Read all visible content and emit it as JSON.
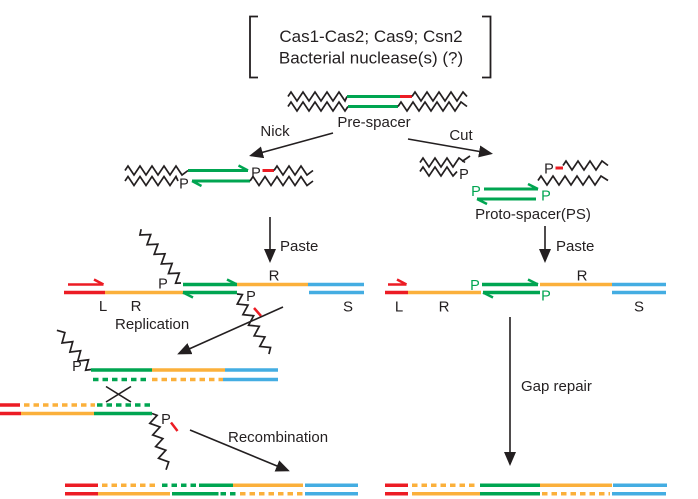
{
  "colors": {
    "spacer_green": "#00A551",
    "repeat_orange": "#FBB03B",
    "downstream_blue": "#44ADE2",
    "leader_red": "#EC1C24",
    "ink": "#231F20",
    "background": "#FFFFFF"
  },
  "enzyme_box": {
    "line1": "Cas1-Cas2; Cas9; Csn2",
    "line2": "Bacterial nuclease(s) (?)"
  },
  "labels": {
    "pre_spacer": "Pre-spacer",
    "nick": "Nick",
    "cut": "Cut",
    "proto_spacer": "Proto-spacer(PS)",
    "paste": "Paste",
    "replication": "Replication",
    "recombination": "Recombination",
    "gap_repair": "Gap repair",
    "phosphate": "P",
    "leader": "L",
    "repeat": "R",
    "spacer": "S"
  }
}
